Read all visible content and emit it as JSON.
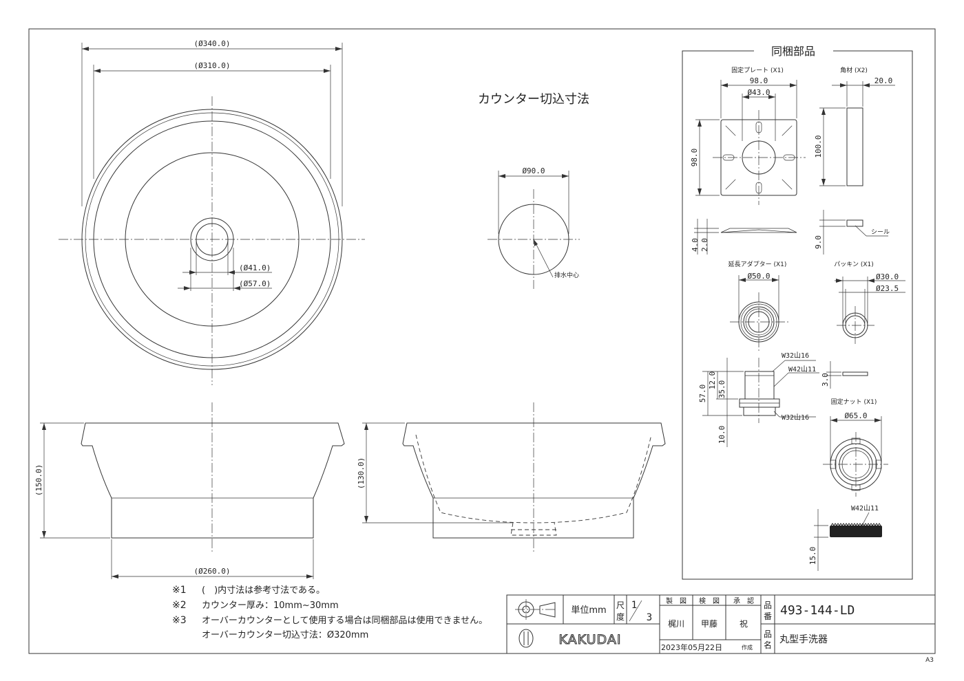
{
  "dims": {
    "d340": "(Ø340.0)",
    "d310": "(Ø310.0)",
    "d41": "(Ø41.0)",
    "d57": "(Ø57.0)",
    "h150": "(150.0)",
    "d260": "(Ø260.0)",
    "h130": "(130.0)",
    "d90": "Ø90.0"
  },
  "cutout_title": "カウンター切込寸法",
  "drain_center": "排水中心",
  "parts": {
    "title": "同梱部品",
    "plate": {
      "name": "固定プレート (X1)",
      "w": "98.0",
      "hole": "Ø43.0",
      "h": "98.0",
      "t1": "4.0",
      "t2": "2.0"
    },
    "bar": {
      "name": "角材 (X2)",
      "w": "20.0",
      "h": "100.0",
      "t": "9.0",
      "seal": "シール"
    },
    "adapter": {
      "name": "延長アダプター (X1)",
      "d": "Ø50.0",
      "h57": "57.0",
      "h12": "12.0",
      "h35": "35.0",
      "h10": "10.0",
      "th1": "W32山16",
      "th2": "W42山11",
      "th3": "W32山16"
    },
    "packing": {
      "name": "パッキン (X1)",
      "d1": "Ø30.0",
      "d2": "Ø23.5",
      "t": "3.0"
    },
    "nut": {
      "name": "固定ナット (X1)",
      "d": "Ø65.0",
      "th": "W42山11",
      "h": "15.0"
    }
  },
  "notes": [
    {
      "mark": "※1",
      "text": "(　)内寸法は参考寸法である。"
    },
    {
      "mark": "※2",
      "text": "カウンター厚み：10mm~30mm"
    },
    {
      "mark": "※3",
      "text": "オーバーカウンターとして使用する場合は同梱部品は使用できません。"
    },
    {
      "mark": "",
      "text": "オーバーカウンター切込寸法：Ø320mm"
    }
  ],
  "titleblock": {
    "unit_label": "単位mm",
    "scale_label1": "尺",
    "scale_label2": "度",
    "scale_num": "1",
    "scale_den": "3",
    "h_drawn": "製　図",
    "h_checked": "検　図",
    "h_approved": "承　認",
    "drawn": "梶川",
    "checked": "甲藤",
    "approved": "祝",
    "pn_label1": "品",
    "pn_label2": "番",
    "pn": "493-144-LD",
    "name_label1": "品",
    "name_label2": "名",
    "name": "丸型手洗器",
    "date": "2023年05月22日",
    "date_suffix": "作成",
    "brand": "KAKUDAI"
  },
  "sheet": "A3"
}
